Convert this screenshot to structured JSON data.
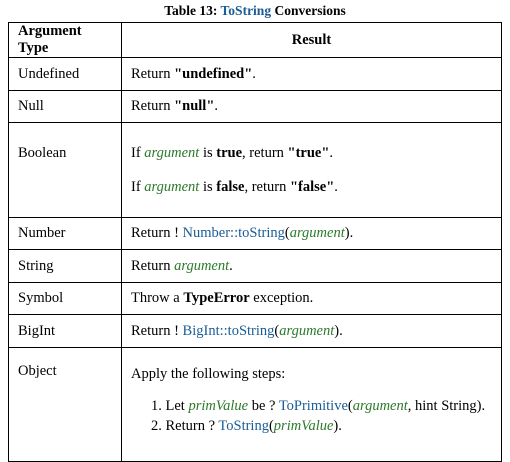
{
  "caption": {
    "prefix": "Table 13:",
    "link": "ToString",
    "suffix": "Conversions"
  },
  "headers": {
    "col1": "Argument Type",
    "col2": "Result"
  },
  "rows": {
    "undefined": {
      "type": "Undefined",
      "pre": "Return",
      "val": "\"undefined\"",
      "post": "."
    },
    "null": {
      "type": "Null",
      "pre": "Return",
      "val": "\"null\"",
      "post": "."
    },
    "boolean": {
      "type": "Boolean",
      "l1": {
        "if": "If",
        "arg": "argument",
        "is": "is",
        "val": "true",
        "ret": ", return",
        "str": "\"true\"",
        "post": "."
      },
      "l2": {
        "if": "If",
        "arg": "argument",
        "is": "is",
        "val": "false",
        "ret": ", return",
        "str": "\"false\"",
        "post": "."
      }
    },
    "number": {
      "type": "Number",
      "pre": "Return !",
      "fn": "Number::toString",
      "open": "(",
      "arg": "argument",
      "close": ")."
    },
    "string": {
      "type": "String",
      "pre": "Return",
      "arg": "argument",
      "post": "."
    },
    "symbol": {
      "type": "Symbol",
      "pre": "Throw a",
      "err": "TypeError",
      "post": "exception."
    },
    "bigint": {
      "type": "BigInt",
      "pre": "Return !",
      "fn": "BigInt::toString",
      "open": "(",
      "arg": "argument",
      "close": ")."
    },
    "object": {
      "type": "Object",
      "intro": "Apply the following steps:",
      "s1": {
        "num": "1.",
        "let": "Let",
        "var": "primValue",
        "be": "be ?",
        "fn": "ToPrimitive",
        "open": "(",
        "arg": "argument",
        "rest": ", hint String)."
      },
      "s2": {
        "num": "2.",
        "ret": "Return ?",
        "fn": "ToString",
        "open": "(",
        "var": "primValue",
        "close": ")."
      }
    }
  }
}
